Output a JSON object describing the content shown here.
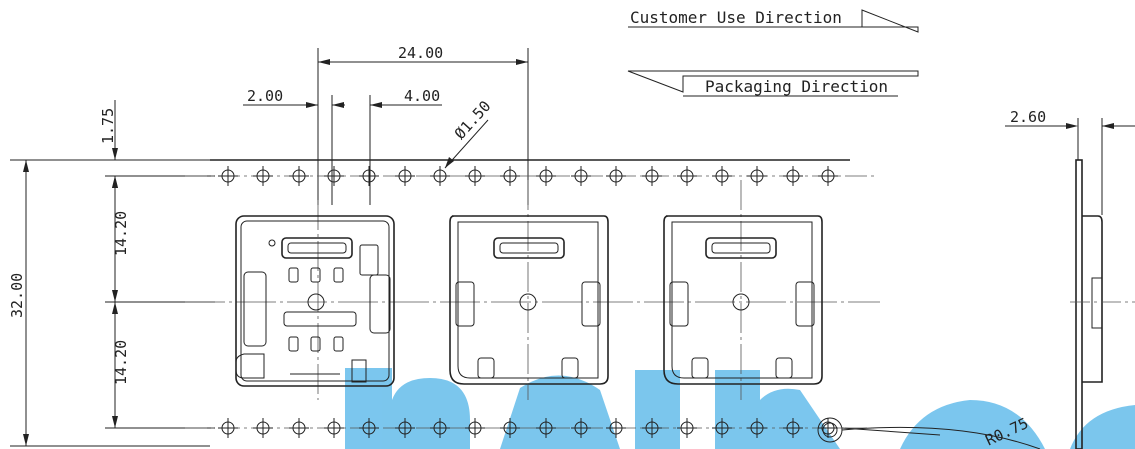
{
  "directions": {
    "customer": "Customer Use Direction",
    "packaging": "Packaging Direction"
  },
  "dimensions": {
    "pitch_24": "24.00",
    "pitch_2": "2.00",
    "pitch_4": "4.00",
    "hole_dia": "Ø1.50",
    "offset_175": "1.75",
    "width_32": "32.00",
    "half_1420_top": "14.20",
    "half_1420_bottom": "14.20",
    "thickness_260": "2.60",
    "radius_r075": "R0.75"
  },
  "watermark": {
    "color": "#4fb3e8"
  }
}
